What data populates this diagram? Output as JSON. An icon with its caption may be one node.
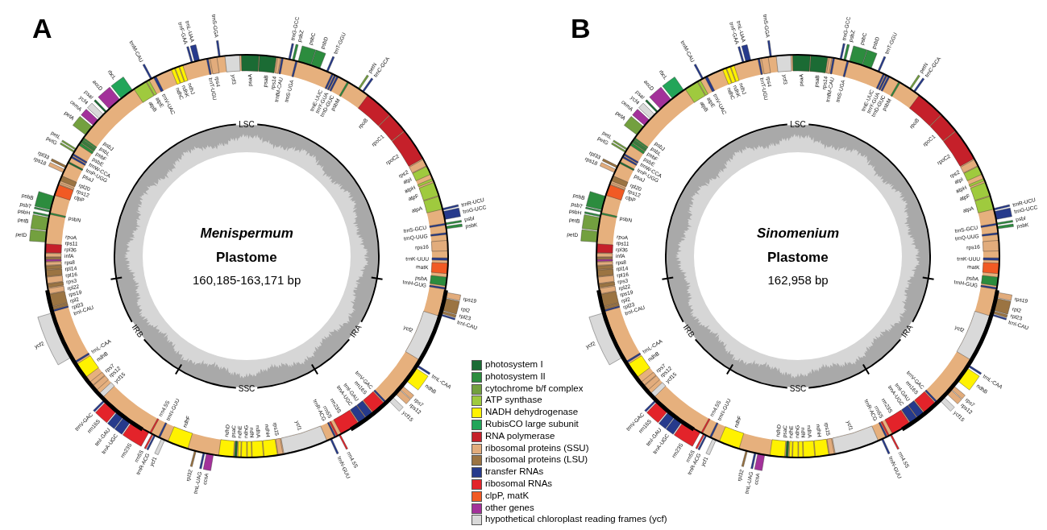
{
  "diagram": {
    "labels": [
      "A",
      "Menispermum",
      "Plastome",
      "160,185-163,171 bp",
      "LSC",
      "IRA",
      "SSC",
      "IRB",
      "psaA",
      "psaB",
      "rps14",
      "trnfM-CAU",
      "trnG-GCC",
      "psbZ",
      "trnS-UGA",
      "psbC",
      "psbD",
      "trnT-GGU",
      "trnE-UUC",
      "trnY-GUA",
      "trnD-GUC",
      "psbM",
      "petN",
      "trnC-GCA",
      "rpoB",
      "rpoC1",
      "rpoC2",
      "rps2",
      "atpI",
      "atpH",
      "atpF",
      "atpA",
      "trnR-UCU",
      "trnG-UCC",
      "trnS-GCU",
      "psbI",
      "psbK",
      "trnQ-UUG",
      "rps16",
      "trnK-UUU",
      "matK",
      "psbA",
      "trnH-GUG",
      "rps19",
      "rpl2",
      "rpl23",
      "trnI-CAU",
      "ycf2",
      "trnL-CAA",
      "ndhB",
      "rps7",
      "rps12",
      "ycf15",
      "trnV-GAC",
      "rrn16S",
      "trnI-GAU",
      "trnA-UGC",
      "rrn23S",
      "rrn4.5S",
      "rrn5S",
      "trnR-ACG",
      "trnN-GUU",
      "ycf1",
      "rps15",
      "ndhH",
      "ndhA",
      "ndhI",
      "ndhG",
      "ndhE",
      "psaC",
      "ndhD",
      "ccsA",
      "trnL-UAG",
      "rpl32",
      "ndhF",
      "ycf1",
      "trnN-GUU",
      "trnR-ACG",
      "rrn5S",
      "rrn4.5S",
      "rrn23S",
      "trnA-UGC",
      "trnI-GAU",
      "rrn16S",
      "trnV-GAC",
      "ycf15",
      "rps12",
      "rps7",
      "ndhB",
      "trnL-CAA",
      "ycf2",
      "trnI-CAU",
      "rpl23",
      "rpl2",
      "rps19",
      "rpl22",
      "rps3",
      "rpl16",
      "rpl14",
      "rps8",
      "infA",
      "rpl36",
      "rps11",
      "rpoA",
      "petD",
      "petB",
      "psbH",
      "psbN",
      "psbT",
      "psbB",
      "clpP",
      "rps12",
      "rpl20",
      "rps18",
      "rpl33",
      "psaJ",
      "trnP-UGG",
      "trnW-CCA",
      "petG",
      "petL",
      "psbE",
      "psbF",
      "psbL",
      "psbJ",
      "petA",
      "cemA",
      "ycf4",
      "psaI",
      "accD",
      "rbcL",
      "atpB",
      "atpE",
      "trnM-CAU",
      "trnV-UAC",
      "ndhC",
      "ndhK",
      "ndhJ",
      "trnF-GAA",
      "trnL-UAA",
      "trnT-UGU",
      "rps4",
      "trnS-GGA",
      "ycf3",
      "B",
      "Sinomenium",
      "Plastome",
      "162,958 bp",
      "LSC",
      "IRA",
      "SSC",
      "IRB",
      "psaA",
      "psaB",
      "rps14",
      "trnfM-CAU",
      "trnG-GCC",
      "psbZ",
      "trnS-UGA",
      "psbC",
      "psbD",
      "trnT-GGU",
      "trnE-UUC",
      "trnY-GUA",
      "trnD-GUC",
      "psbM",
      "petN",
      "trnC-GCA",
      "rpoB",
      "rpoC1",
      "rpoC2",
      "rps2",
      "atpI",
      "atpH",
      "atpF",
      "atpA",
      "trnR-UCU",
      "trnG-UCC",
      "trnS-GCU",
      "psbI",
      "psbK",
      "trnQ-UUG",
      "rps16",
      "trnK-UUU",
      "matK",
      "psbA",
      "trnH-GUG",
      "rps19",
      "rpl2",
      "rpl23",
      "trnI-CAU",
      "ycf2",
      "trnL-CAA",
      "ndhB",
      "rps7",
      "rps12",
      "ycf15",
      "trnV-GAC",
      "rrn16S",
      "trnI-GAU",
      "trnA-UGC",
      "rrn23S",
      "rrn4.5S",
      "rrn5S",
      "trnR-ACG",
      "trnN-GUU",
      "ycf1",
      "rps15",
      "ndhH",
      "ndhA",
      "ndhI",
      "ndhG",
      "ndhE",
      "psaC",
      "ndhD",
      "ccsA",
      "trnL-UAG",
      "rpl32",
      "ndhF",
      "ycf1",
      "trnN-GUU",
      "trnR-ACG",
      "rrn5S",
      "rrn4.5S",
      "rrn23S",
      "trnA-UGC",
      "trnI-GAU",
      "rrn16S",
      "trnV-GAC",
      "ycf15",
      "rps12",
      "rps7",
      "ndhB",
      "trnL-CAA",
      "ycf2",
      "trnI-CAU",
      "rpl23",
      "rpl2",
      "rps19",
      "rpl22",
      "rps3",
      "rpl16",
      "rpl14",
      "rps8",
      "infA",
      "rpl36",
      "rps11",
      "rpoA",
      "petD",
      "petB",
      "psbH",
      "psbN",
      "psbT",
      "psbB",
      "clpP",
      "rps12",
      "rpl20",
      "rps18",
      "rpl33",
      "psaJ",
      "trnP-UGG",
      "trnW-CCA",
      "petG",
      "petL",
      "psbE",
      "psbF",
      "psbL",
      "psbJ",
      "petA",
      "cemA",
      "ycf4",
      "psaI",
      "accD",
      "rbcL",
      "atpB",
      "atpE",
      "trnM-CAU",
      "trnV-UAC",
      "ndhC",
      "ndhK",
      "ndhJ",
      "trnF-GAA",
      "trnL-UAA",
      "trnT-UGU",
      "rps4",
      "trnS-GGA",
      "ycf3"
    ],
    "legend": [
      {
        "text": "photosystem I",
        "color": "#1b6b34"
      },
      {
        "text": "photosystem II",
        "color": "#2c8c3e"
      },
      {
        "text": "cytochrome b/f complex",
        "color": "#73a03f"
      },
      {
        "text": "ATP synthase",
        "color": "#9fca3e"
      },
      {
        "text": "NADH dehydrogenase",
        "color": "#fff200"
      },
      {
        "text": "RubisCO large subunit",
        "color": "#22a559"
      },
      {
        "text": "RNA polymerase",
        "color": "#c5202a"
      },
      {
        "text": "ribosomal proteins (SSU)",
        "color": "#e2ac7c"
      },
      {
        "text": "ribosomal proteins (LSU)",
        "color": "#9b7442"
      },
      {
        "text": "transfer RNAs",
        "color": "#263a8c"
      },
      {
        "text": "ribosomal RNAs",
        "color": "#e3232a"
      },
      {
        "text": "clpP, matK",
        "color": "#f15a24"
      },
      {
        "text": "other genes",
        "color": "#a3319a"
      },
      {
        "text": "hypothetical chloroplast reading frames (ycf)",
        "color": "#d9d9d9"
      }
    ]
  }
}
